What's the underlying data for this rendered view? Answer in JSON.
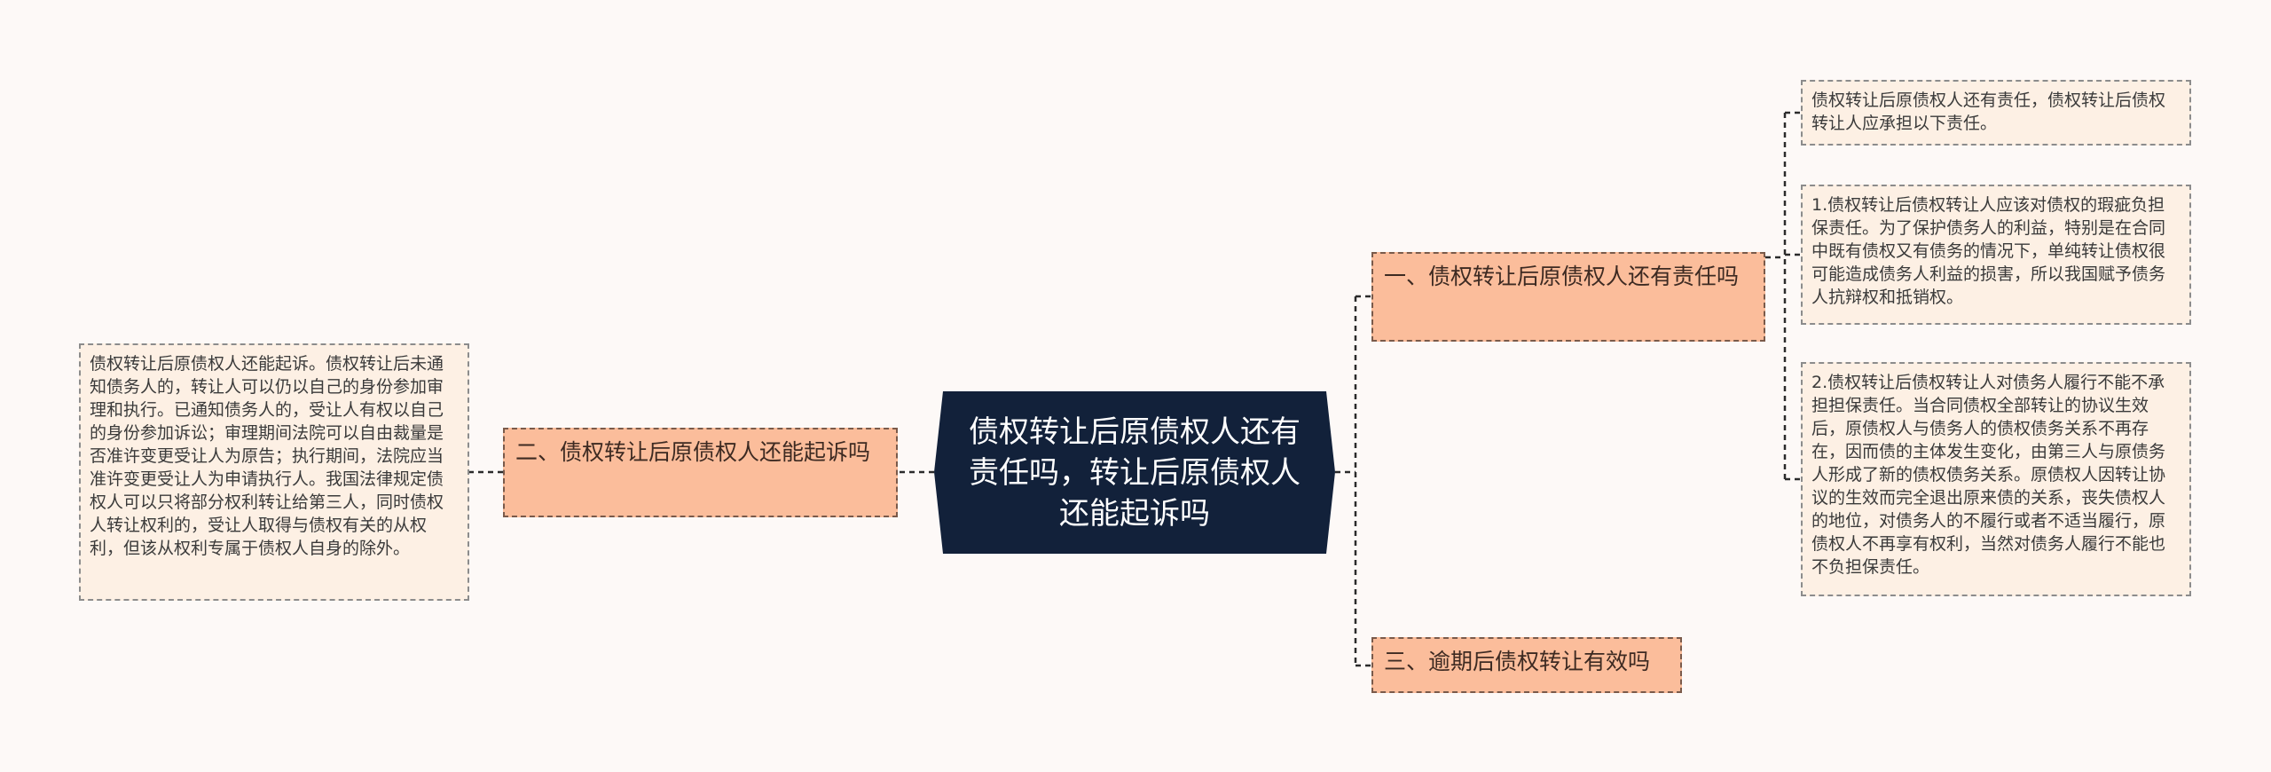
{
  "central": {
    "text": "债权转让后原债权人还有责任吗，转让后原债权人还能起诉吗"
  },
  "branches": {
    "b1": "一、债权转让后原债权人还有责任吗",
    "b2": "二、债权转让后原债权人还能起诉吗",
    "b3": "三、逾期后债权转让有效吗"
  },
  "leaves": {
    "l1": "债权转让后原债权人还有责任，债权转让后债权转让人应承担以下责任。",
    "l2": "1.债权转让后债权转让人应该对债权的瑕疵负担保责任。为了保护债务人的利益，特别是在合同中既有债权又有债务的情况下，单纯转让债权很可能造成债务人利益的损害，所以我国赋予债务人抗辩权和抵销权。",
    "l3": "2.债权转让后债权转让人对债务人履行不能不承担担保责任。当合同债权全部转让的协议生效后，原债权人与债务人的债权债务关系不再存在，因而债的主体发生变化，由第三人与原债务人形成了新的债权债务关系。原债权人因转让协议的生效而完全退出原来债的关系，丧失债权人的地位，对债务人的不履行或者不适当履行，原债权人不再享有权利，当然对债务人履行不能也不负担保责任。",
    "l4": "债权转让后原债权人还能起诉。债权转让后未通知债务人的，转让人可以仍以自己的身份参加审理和执行。已通知债务人的，受让人有权以自己的身份参加诉讼；审理期间法院可以自由裁量是否准许变更受让人为原告；执行期间，法院应当准许变更受让人为申请执行人。我国法律规定债权人可以只将部分权利转让给第三人，同时债权人转让权利的，受让人取得与债权有关的从权利，但该从权利专属于债权人自身的除外。"
  },
  "colors": {
    "background": "#fdf9f7",
    "central_fill": "#12213a",
    "branch_fill": "#fbbd9b",
    "leaf_fill": "#fdf0e4",
    "connector": "#2b2b2b"
  }
}
